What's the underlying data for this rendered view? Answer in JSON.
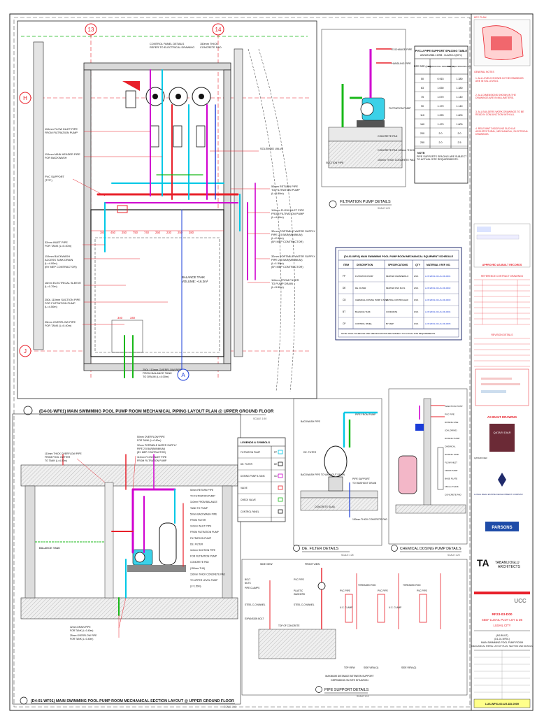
{
  "colors": {
    "red": "#e8202a",
    "magenta": "#d000d0",
    "cyan": "#00c8e6",
    "green": "#18b818",
    "blue": "#1a3cd8",
    "black": "#111111",
    "gray": "#8c8c8c",
    "yellow": "#d4c600",
    "navy": "#1f2a6b"
  },
  "plan": {
    "title": "(D4-01-WF01)  MAIN SWIMMING POOL PUMP ROOM MECHANICAL PIPING LAYOUT PLAN @ UPPER GROUND  FLOOR",
    "grid_13": "13",
    "grid_14": "14",
    "grid_h": "H",
    "grid_j": "J",
    "section_mark": "A",
    "top_note_1": "CONTROL PANEL DETAILS",
    "top_note_2": "REFER TO ELECTRICAL DRAWING",
    "top_note_3": "150mm THICK",
    "top_note_4": "CONCRETE PAD",
    "left_notes": [
      "110mm FLOW INLET PIPE",
      "FROM FILTRATION PUMP",
      "110mm MAIN HEADER PIPE",
      "FOR BACKWASH",
      "PVC SUPPORT",
      "(TYP.)",
      "32mm INLET PIPE",
      "FOR TANK (L=0.40m)",
      "110mm BACKWASH",
      "ACCESS TANK DRAIN",
      "(L=4.00m)",
      "(BY MEP CONTRACTOR)",
      "16mm ELECTRICAL SLEEVE",
      "(L=0.70m)",
      "250L 110mm SUCTION PIPE",
      "FOR FILTRATION PUMP",
      "(L=4.50m)",
      "25mm OVERFLOW PIPE",
      "FOR TANK (L=0.40m)"
    ],
    "right_notes": [
      "SOLENOID VALVE",
      "50mm RETURN PIPE",
      "TO FILTRATION PUMP",
      "(L=3.80m)",
      "110mm FLOW INLET PIPE",
      "FROM FILTRATION PUMP",
      "(L=4.50m)",
      "32mm PORTABLE WATER SUPPLY",
      "PIPE 2.5 BAR(MINIMUM)",
      "(L=2.80m)",
      "(BY MEP CONTRACTOR)",
      "32mm PORTABLE WATER SUPPLY",
      "PIPE 2.5 BAR(MINIMUM)",
      "(L=1.50m)",
      "(BY MEP CONTRACTOR)",
      "110mm FROM FILTER",
      "TO PUMP DRAIN",
      "(L=3.50m)"
    ],
    "balance_tank": "BALANCE TANK",
    "balance_tank_vol": "VOLUME: ~16.3m³",
    "bottom_note_1": "250L 110mm OVERFLOW PIPE",
    "bottom_note_2": "FROM BALANCE TANK",
    "bottom_note_3": "TO DRAIN (L=4.00m)",
    "dims": [
      "380",
      "450",
      "250",
      "750",
      "740",
      "250",
      "230",
      "250",
      "380",
      "340",
      "340"
    ],
    "scale": "SCALE 1:50"
  },
  "filtration": {
    "title": "FILTRATION PUMP DETAILS",
    "scale": "SCALE 1:25",
    "labels": [
      "EXCHANGE PIPE",
      "HANDLING PIPE",
      "FILTRATION PUMP",
      "CONCRETE PAD",
      "CONCRETE PAD 100mm THICK",
      "150mm THICK CONCRETE PAD",
      "SUCTION PIPE"
    ]
  },
  "spacing_table": {
    "title": "PVC-U PIPE SUPPORT SPACING TABLE",
    "subtitle": "AS/NZS 2566.1:1998 - CLASS 12 (60°C)",
    "headers": [
      "PIPE SIZE (mm)",
      "HORIZONTAL SPACING (m)",
      "VERTICAL SPACING (m)"
    ],
    "rows": [
      [
        "50",
        "0.915",
        "1.380"
      ],
      [
        "63",
        "1.050",
        "1.380"
      ],
      [
        "75",
        "1.070",
        "1.140"
      ],
      [
        "90",
        "1.170",
        "1.140"
      ],
      [
        "110",
        "1.225",
        "1.800"
      ],
      [
        "160",
        "1.470",
        "1.800"
      ],
      [
        "200",
        "2.0",
        "2.0"
      ],
      [
        "250",
        "2.0",
        "2.5"
      ]
    ],
    "note": "NOTE:",
    "note_text": "PIPE SUPPORTS SPACING ARE SUBJECT TO ACTUAL SITE REQUIREMENTS."
  },
  "schedule": {
    "title": "(D4-01-WF01) MAIN SWIMMING POOL PUMP ROOM MECHANICAL EQUIPMENT SCHEDULE",
    "headers": [
      "ITEM",
      "DESCRIPTION",
      "SPECIFICATIONS",
      "QTY",
      "MATERIAL / REF. NO."
    ],
    "rows": [
      [
        "FP",
        "FILTRATION PUMP",
        "PENTAIR WHISPERFLO",
        "2NO.",
        "LUS-WF01-00-UG-DD-0001"
      ],
      [
        "DE",
        "DE. FILTER",
        "PENTAIR FNS PLUS",
        "2NO.",
        "LUS-WF01-00-UG-DD-0002"
      ],
      [
        "CD",
        "CHEMICAL DOSING PUMP & TANK",
        "ASTRAL CONTROLLER",
        "1NO.",
        "LUS-WF01-00-UG-DD-0003"
      ],
      [
        "BT",
        "BALANCE TANK",
        "CONCRETE",
        "1NO.",
        "LUS-WF01-00-UG-DD-0004"
      ],
      [
        "CP",
        "CONTROL PANEL",
        "BY MEP",
        "1NO.",
        "LUS-WF01-00-UG-DD-0005"
      ]
    ],
    "note": "NOTE: FINAL SCHEDULE AND SPECIFICATIONS ARE SUBJECT TO ACTUAL SITE REQUIREMENTS."
  },
  "section": {
    "title": "(D4-01-WF01)  MAIN SWIMMING POOL PUMP ROOM MECHANICAL SECTION LAYOUT @ UPPER GROUND  FLOOR",
    "scale": "SCALE 1:50",
    "balance_tank": "BALANCE TANK",
    "left_notes": [
      "110mm THICK OVERFLOW PIPE",
      "FROM POOL GUTTER",
      "TO TANK (L=4.00m)"
    ],
    "top_notes": [
      "50mm OVERFLOW PIPE",
      "FOR TANK (L=0.40m)",
      "32mm PORTABLE WATER SUPPLY",
      "PIPE 2.5 BAR(MINIMUM)",
      "(BY MEP CONTRACTOR)",
      "110mm FLOW INLET PIPE",
      "FROM FILTRATION PUMP"
    ],
    "right_notes": [
      "50mm RETURN PIPE",
      "TO FILTRATION PUMP",
      "110mm FROM BALANCE",
      "TANK TO PUMP",
      "50mm BACKWASH PIPE",
      "FROM FILTER",
      "110mm INLET PIPE",
      "FROM FILTRATION PUMP",
      "FILTRATION PUMP",
      "DE. FILTER",
      "110mm SUCTION PIPE",
      "FOR FILTRATION PUMP",
      "CONCRETE PAD",
      "(150mm THK)",
      "150mm THICK CONCRETE PAD",
      "TO UPPER LEVEL PUMP",
      "(L=1.50m)"
    ],
    "bottom_notes": [
      "32mm DRAIN PIPE",
      "FOR TANK (L=0.40m)",
      "25mm OVERFLOW PIPE",
      "FOR TANK (L=0.40m)"
    ]
  },
  "legend": {
    "title": "LEGENDS & SYMBOLS",
    "items": [
      "FILTRATION PUMP",
      "DE. FILTER",
      "DOSING PUMP & TANK",
      "VALVE",
      "CHECK VALVE",
      "CONTROL PANEL"
    ],
    "codes": [
      "FP",
      "DE",
      "CD",
      "",
      "",
      ""
    ]
  },
  "defilter": {
    "title": "DE. FILTER  DETAILS",
    "scale": "SCALE 1:25",
    "labels": [
      "PIPE FROM PUMP",
      "BACKWASH PIPE",
      "DE. FILTER",
      "BACKWASH PIPE TO WASHOUT DRAIN",
      "PIPE SUPPORT",
      "TO WASHOUT DRAIN",
      "CONCRETE SLAB",
      "150mm THICK CONCRETE PAD"
    ]
  },
  "chem": {
    "title": "CHEMICAL DOSING PUMP DETAILS",
    "scale": "SCALE 1:25",
    "labels": [
      "INJECTION POINT",
      "PVC PIPE",
      "DOSING LINE",
      "(CHLORINE)",
      "DOSING PUMP",
      "CHEMICAL",
      "DOSING TANK",
      "FLOW INLET",
      "FROM PUMP",
      "BASE PLATE",
      "150mm THICK",
      "CONCRETE PAD"
    ]
  },
  "support": {
    "title": "PIPE SUPPORT DETAILS",
    "scale": "SCALE 1:10",
    "side_view": "SIDE VIEW",
    "front_view": "FRONT VIEW",
    "top_view": "TOP VIEW",
    "side_view_1": "SIDE VIEW (1)",
    "side_view_2": "SIDE VIEW (2)",
    "labels": [
      "BOLT",
      "NUTS",
      "PIPE CLAMPS",
      "PVC PIPE",
      "PLASTIC",
      "WASHERS",
      "STEEL C-CHANNEL",
      "STEEL C-CHANNEL",
      "EXPANSION BOLT",
      "TOP OF CONCRETE",
      "PVC PIPE",
      "U.C. CLAMP",
      "THREADED ROD",
      "THREADED ROD",
      "PVC PIPE",
      "U.C. CLAMP",
      "PVC PIPE"
    ],
    "bottom_1": "MAXIMUM DISTANCE BETWEEN SUPPORT",
    "bottom_2": "DEPENDING ON SITE SITUATION"
  },
  "titleblock": {
    "key_plan": "KEY PLAN",
    "general_notes": "GENERAL NOTES",
    "notes": [
      "ALL LEVELS SHOWN IN THE DRAWINGS ARE IN SSL LEVELS.",
      "ALL DIMENSIONS SHOWN IN THE DRAWINGS ARE IN MILLIMETERS.",
      "ALL BUILDERS WORK DRAWINGS TO BE READ IN CONJUNCTION WITH ALL",
      "RELEVANT DISCIPLINE SUCH AS ARCHITECTURAL, MECHANICAL, ELECTRICAL DRAWINGS."
    ],
    "approved": "APPROVED AS-BUILT RECORDS",
    "ref_drawings": "REFERENCE CONTRACT DRAWINGS",
    "revision": "REVISION DETAILS",
    "as_built": "AS BUILT DRAWING",
    "qatari_diar": "QATARI DIAR",
    "lusail": "LUSAIL REAL ESTATE DEVELOPMENT COMPANY",
    "parsons": "PARSONS",
    "ta": "TA",
    "tabanlioglu": "TABANLIOGLU",
    "architects": "ARCHITECTS",
    "ucc": "UCC",
    "project_1": "RF23-03-D00",
    "project_2": "SEEF LUSAIL PLOT LOY & D5",
    "project_3": "LUSAIL CITY",
    "drawing_1": "(AS-BUILT)",
    "drawing_2": "(D1-01-WF01)",
    "drawing_3": "MAIN SWIMMING POOL PUMP ROOM",
    "drawing_4": "MECHANICAL PIPING LAYOUT PLAN, SECTION AND DETAILS",
    "drawing_no": "LUS-WF01-00-UG-DD-0009"
  }
}
